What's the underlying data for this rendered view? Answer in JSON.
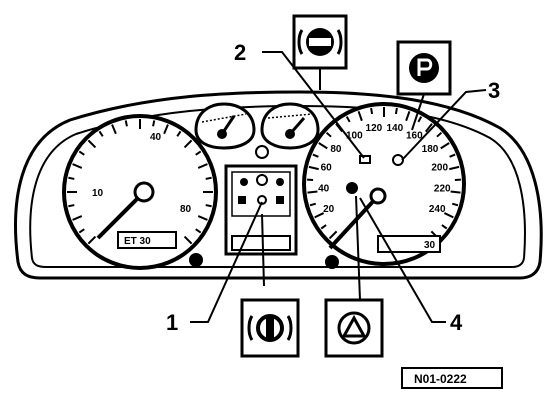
{
  "callouts": [
    {
      "id": "1",
      "label": "1"
    },
    {
      "id": "2",
      "label": "2"
    },
    {
      "id": "3",
      "label": "3"
    },
    {
      "id": "4",
      "label": "4"
    }
  ],
  "reference_code": "N01-0222",
  "left_gauge": {
    "tick_labels": [
      "10",
      "40",
      "80"
    ],
    "odometer_text": "ET 30"
  },
  "right_gauge": {
    "tick_labels": [
      "20",
      "40",
      "60",
      "80",
      "100",
      "120",
      "140",
      "160",
      "180",
      "200",
      "220",
      "240"
    ],
    "odometer_text": "30"
  },
  "icons": {
    "top_left_box": "brake-system-warning-icon",
    "top_right_box": "parking-brake-icon",
    "bottom_left_box": "abs-warning-icon",
    "bottom_right_box": "hazard-triangle-icon"
  },
  "colors": {
    "ink": "#000000",
    "paper": "#ffffff"
  }
}
